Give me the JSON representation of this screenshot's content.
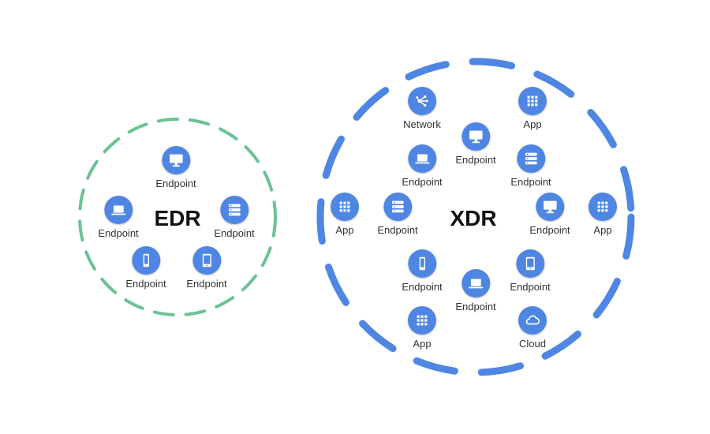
{
  "edr": {
    "title": "EDR",
    "ring_color": "#6cc195",
    "nodes": [
      {
        "label": "Endpoint",
        "icon": "monitor-icon"
      },
      {
        "label": "Endpoint",
        "icon": "laptop-icon"
      },
      {
        "label": "Endpoint",
        "icon": "server-icon"
      },
      {
        "label": "Endpoint",
        "icon": "phone-icon"
      },
      {
        "label": "Endpoint",
        "icon": "tablet-icon"
      }
    ]
  },
  "xdr": {
    "title": "XDR",
    "ring_color": "#4f86e3",
    "nodes": [
      {
        "label": "Network",
        "icon": "network-icon"
      },
      {
        "label": "App",
        "icon": "app-grid-icon"
      },
      {
        "label": "Endpoint",
        "icon": "monitor-icon"
      },
      {
        "label": "Endpoint",
        "icon": "laptop-icon"
      },
      {
        "label": "Endpoint",
        "icon": "server-icon"
      },
      {
        "label": "App",
        "icon": "app-grid-icon"
      },
      {
        "label": "Endpoint",
        "icon": "server-icon"
      },
      {
        "label": "Endpoint",
        "icon": "monitor-icon"
      },
      {
        "label": "App",
        "icon": "app-grid-icon"
      },
      {
        "label": "Endpoint",
        "icon": "phone-icon"
      },
      {
        "label": "Endpoint",
        "icon": "tablet-icon"
      },
      {
        "label": "Endpoint",
        "icon": "laptop-icon"
      },
      {
        "label": "App",
        "icon": "app-grid-icon"
      },
      {
        "label": "Cloud",
        "icon": "cloud-icon"
      }
    ]
  },
  "icon_color": "#4f86e3"
}
